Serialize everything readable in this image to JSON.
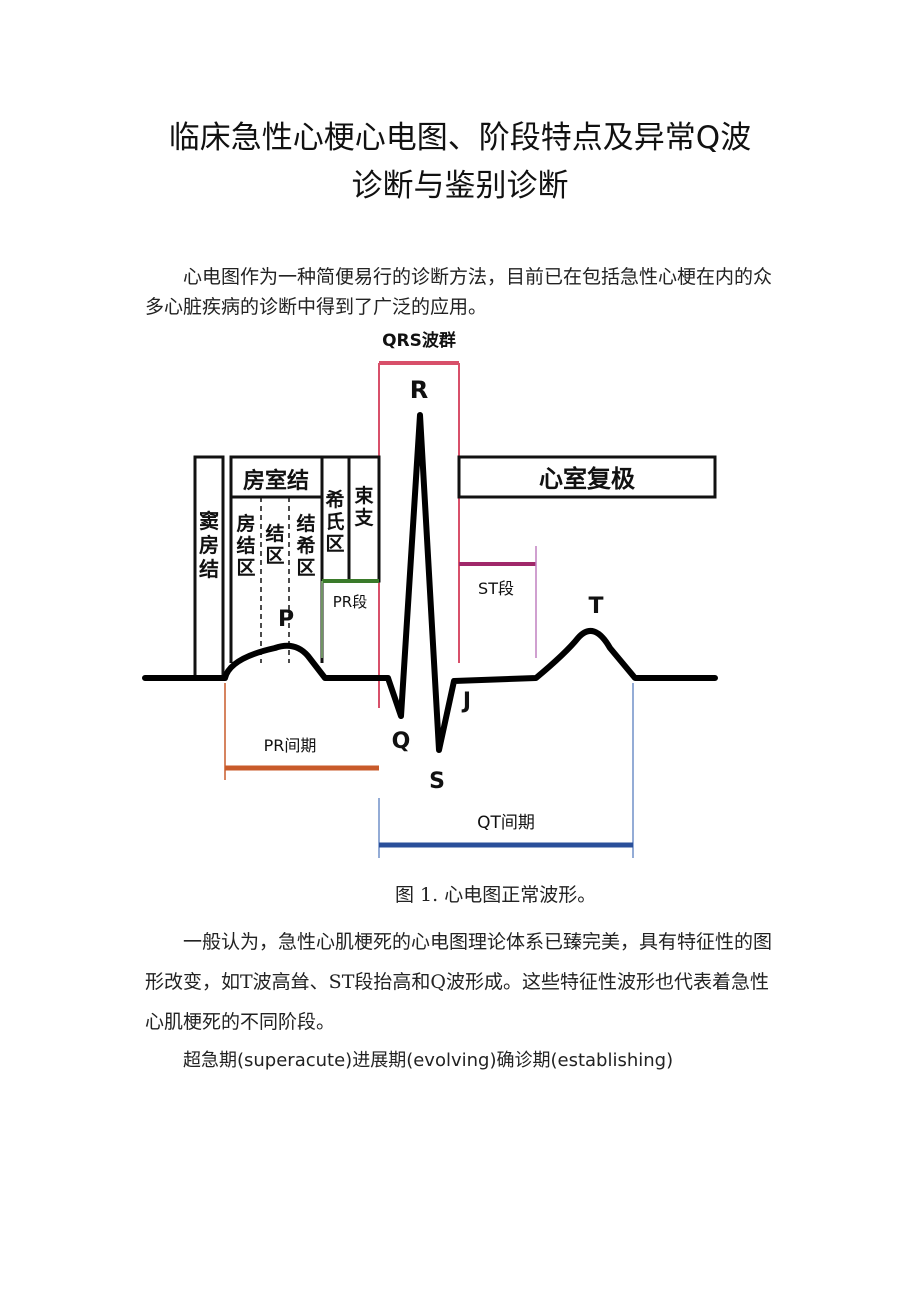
{
  "document": {
    "title_line1": "临床急性心梗心电图、阶段特点及异常Q波",
    "title_line2": "诊断与鉴别诊断",
    "intro": "心电图作为一种简便易行的诊断方法，目前已在包括急性心梗在内的众多心脏疾病的诊断中得到了广泛的应用。",
    "figure_caption": "图 1.  心电图正常波形。",
    "paragraph2": "一般认为，急性心肌梗死的心电图理论体系已臻完美，具有特征性的图形改变，如T波高耸、ST段抬高和Q波形成。这些特征性波形也代表着急性心肌梗死的不同阶段。",
    "paragraph3": "超急期(superacute)进展期(evolving)确诊期(establishing)"
  },
  "figure": {
    "qrs_label": "QRS波群",
    "ventricular_repol": "心室复极",
    "av_node": "房室结",
    "sa_node": "窦房结",
    "atrionodal": "房结区",
    "nodal": "结区",
    "nodal_his": "结希区",
    "his_bundle": "希氏区",
    "bundle_branch": "束支",
    "pr_segment": "PR段",
    "st_segment": "ST段",
    "pr_interval": "PR间期",
    "qt_interval": "QT间期",
    "wave_p": "P",
    "wave_q": "Q",
    "wave_r": "R",
    "wave_s": "S",
    "wave_t": "T",
    "point_j": "J",
    "colors": {
      "qrs": "#d8506a",
      "st": "#a0286a",
      "st_line": "#c080c0",
      "pr_seg": "#3a7a2a",
      "pr_seg_line": "#90c080",
      "pr_interval": "#c85a2a",
      "qt_interval": "#2a4f9a",
      "qt_line": "#7090c8"
    }
  }
}
